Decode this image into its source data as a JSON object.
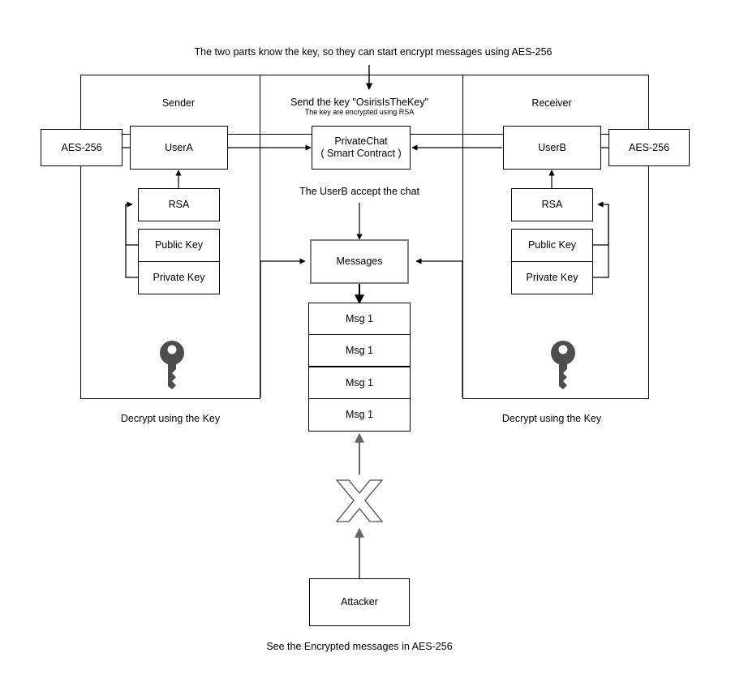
{
  "diagram": {
    "title_caption": "The two parts know the key, so they can start encrypt messages using AES-256",
    "bottom_caption": "See the Encrypted messages in AES-256",
    "colors": {
      "stroke": "#000000",
      "grey_stroke": "#808080",
      "key_icon": "#4d4d4d",
      "background": "#ffffff"
    }
  },
  "captions": {
    "sender": "Sender",
    "receiver": "Receiver",
    "send_key_line1": "Send the key \"OsirisIsTheKey\"",
    "send_key_line2": "The key are encrypted using RSA",
    "accept_chat": "The UserB accept the chat",
    "decrypt_left": "Decrypt using the Key",
    "decrypt_right": "Decrypt using the Key"
  },
  "nodes": {
    "aes_left": "AES-256",
    "aes_right": "AES-256",
    "user_a": "UserA",
    "user_b": "UserB",
    "private_chat_line1": "PrivateChat",
    "private_chat_line2": "( Smart Contract )",
    "rsa_left": "RSA",
    "rsa_right": "RSA",
    "public_key_left": "Public Key",
    "private_key_left": "Private Key",
    "public_key_right": "Public Key",
    "private_key_right": "Private Key",
    "messages": "Messages",
    "attacker": "Attacker"
  },
  "messages_list": [
    "Msg 1",
    "Msg 1",
    "Msg 1",
    "Msg 1"
  ],
  "icons": {
    "key_left": "key-icon",
    "key_right": "key-icon",
    "blocker": "x-cross-icon"
  }
}
